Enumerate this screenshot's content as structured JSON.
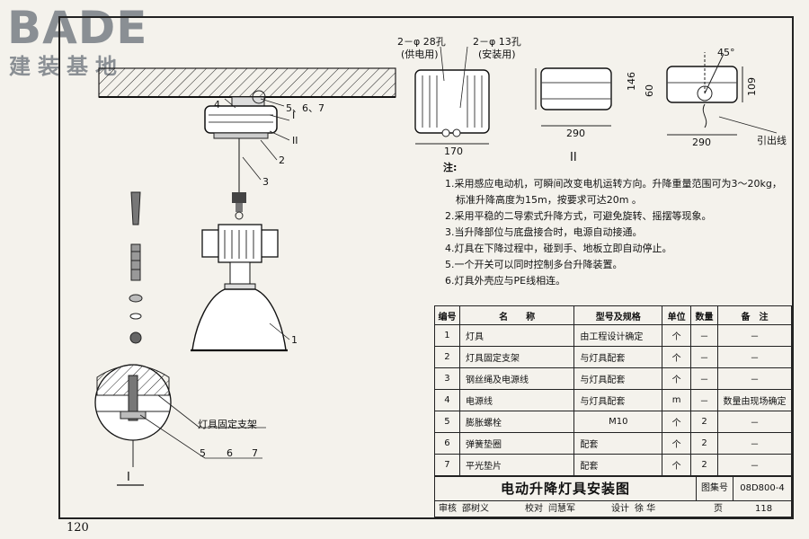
{
  "logo": {
    "brand": "BADE",
    "cn": "建装基地"
  },
  "page_number": "120",
  "labels": {
    "item1": "1",
    "item2": "2",
    "item3": "3",
    "item4": "4",
    "item567": "5、6、7",
    "roman1": "I",
    "roman2": "II",
    "detail_title": "灯具固定支架",
    "d5": "5",
    "d6": "6",
    "d7": "7",
    "section1": "I",
    "section2": "II",
    "hole_power": "2－φ 28孔",
    "hole_power_note": "(供电用)",
    "hole_install": "2－φ 13孔",
    "hole_install_note": "(安装用)",
    "dim_170": "170",
    "dim_290a": "290",
    "dim_290b": "290",
    "dim_146": "146",
    "dim_60": "60",
    "dim_109": "109",
    "angle": "45°",
    "lead_wire": "引出线"
  },
  "notes": {
    "title": "注:",
    "items": [
      "1.采用感应电动机，可瞬间改变电机运转方向。升降重量范围可为3～20kg，",
      "标准升降高度为15m，按要求可达20m 。",
      "2.采用平稳的二导索式升降方式，可避免旋转、摇摆等现象。",
      "3.当升降部位与底盘接合时，电源自动接通。",
      "4.灯具在下降过程中，碰到手、地板立即自动停止。",
      "5.一个开关可以同时控制多台升降装置。",
      "6.灯具外壳应与PE线相连。"
    ]
  },
  "table": {
    "headers": [
      "编号",
      "名　　称",
      "型号及规格",
      "单位",
      "数量",
      "备　注"
    ],
    "rows": [
      [
        "1",
        "灯具",
        "由工程设计确定",
        "个",
        "－",
        "－"
      ],
      [
        "2",
        "灯具固定支架",
        "与灯具配套",
        "个",
        "－",
        "－"
      ],
      [
        "3",
        "钢丝绳及电源线",
        "与灯具配套",
        "个",
        "－",
        "－"
      ],
      [
        "4",
        "电源线",
        "与灯具配套",
        "m",
        "－",
        "数量由现场确定"
      ],
      [
        "5",
        "膨胀螺栓",
        "M10",
        "个",
        "2",
        "－"
      ],
      [
        "6",
        "弹簧垫圈",
        "配套",
        "个",
        "2",
        "－"
      ],
      [
        "7",
        "平光垫片",
        "配套",
        "个",
        "2",
        "－"
      ]
    ]
  },
  "titleblock": {
    "title": "电动升降灯具安装图",
    "atlas_label": "图集号",
    "atlas_no": "08D800-4",
    "review": "审核",
    "reviewer": "邵树义",
    "check": "校对",
    "checker": "闫慧军",
    "design": "设计",
    "designer": "徐 华",
    "page_label": "页",
    "page_no": "118"
  }
}
